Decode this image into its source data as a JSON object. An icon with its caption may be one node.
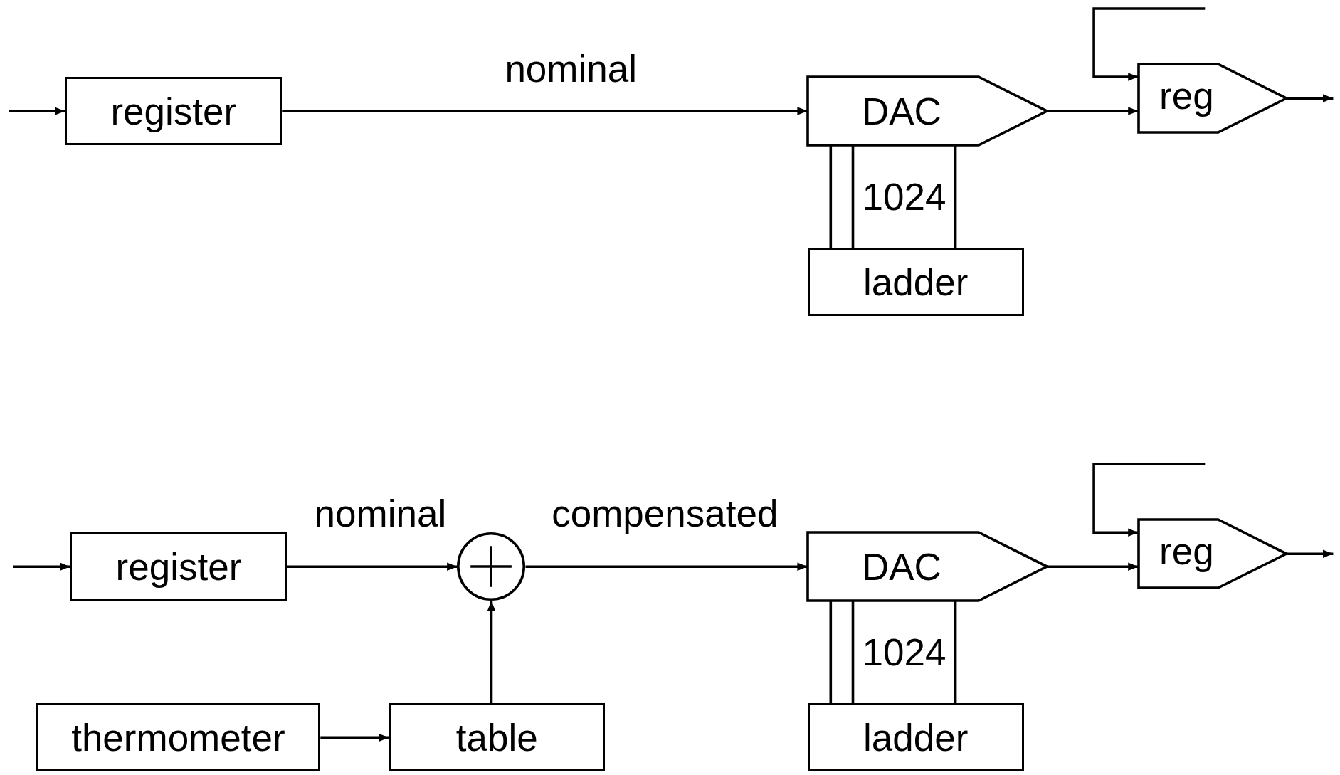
{
  "diagram": {
    "nodes": [
      {
        "text": [
          "register"
        ]
      },
      {
        "text": [
          "DAC"
        ]
      },
      {
        "text": [
          "reg"
        ]
      },
      {
        "text": [
          "ladder"
        ]
      },
      {
        "text": [
          "register"
        ]
      },
      {
        "text": [],
        "shape": "circle"
      },
      {
        "text": [
          "DAC"
        ]
      },
      {
        "text": [
          "reg"
        ]
      },
      {
        "text": [
          "ladder"
        ]
      },
      {
        "text": [
          "thermometer"
        ]
      },
      {
        "text": [
          "table"
        ]
      }
    ],
    "edges": [
      {
        "from": null,
        "to": 0,
        "arrow": "to"
      },
      {
        "from": 0,
        "to": 1,
        "arrow": "to",
        "label": "nominal"
      },
      {
        "from": 1,
        "to": 3,
        "arrow": "none"
      },
      {
        "from": 1,
        "to": 3,
        "arrow": "none"
      },
      {
        "from": 1,
        "to": 3,
        "arrow": "none"
      },
      {
        "from": 1,
        "to": 2,
        "arrow": "to"
      },
      {
        "from": null,
        "to": 2,
        "arrow": "to"
      },
      {
        "from": 2,
        "to": null,
        "arrow": "to"
      },
      {
        "from": null,
        "to": 4,
        "arrow": "to"
      },
      {
        "from": 4,
        "to": 5,
        "arrow": "to",
        "label": "nominal"
      },
      {
        "from": 5,
        "to": 6,
        "arrow": "to",
        "label": "compensated"
      },
      {
        "from": 6,
        "to": 8,
        "arrow": "none"
      },
      {
        "from": 6,
        "to": 8,
        "arrow": "none"
      },
      {
        "from": 6,
        "to": 8,
        "arrow": "none"
      },
      {
        "from": 6,
        "to": 7,
        "arrow": "to"
      },
      {
        "from": null,
        "to": 7,
        "arrow": "to"
      },
      {
        "from": 7,
        "to": null,
        "arrow": "to"
      },
      {
        "from": 9,
        "to": 10,
        "arrow": "to"
      },
      {
        "from": 10,
        "to": 5,
        "arrow": "to"
      }
    ],
    "labels": [
      "1024",
      "1024"
    ]
  }
}
